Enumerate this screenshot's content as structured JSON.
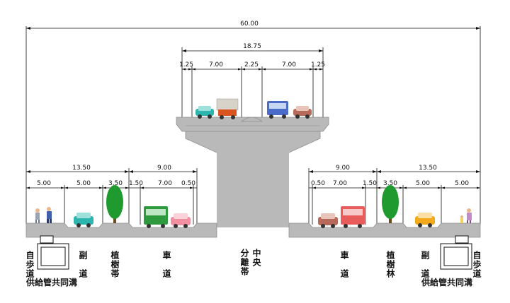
{
  "colors": {
    "structure": "#b9b9b9",
    "structure_edge": "#8e8e8e",
    "dim_line": "#111111",
    "tree": "#1e9a2e",
    "trunk": "#6b4a1f"
  },
  "dims": {
    "total": "60.00",
    "elevated": {
      "total": "18.75",
      "shoulder_left": "1.25",
      "lanes_left": "7.00",
      "median": "2.25",
      "lanes_right": "7.00",
      "shoulder_right": "1.25"
    },
    "left_side": {
      "group": "13.50",
      "sidewalk": "5.00",
      "service_road": "5.00",
      "planting": "3.50",
      "roadway_group": "9.00",
      "road_margin_in": "1.50",
      "road": "7.00",
      "road_margin_out": "0.50"
    },
    "right_side": {
      "roadway_group": "9.00",
      "road_margin_out": "0.50",
      "road": "7.00",
      "road_margin_in": "1.50",
      "group": "13.50",
      "planting": "3.50",
      "service_road": "5.00",
      "sidewalk": "5.00"
    }
  },
  "labels": {
    "sidewalk": "自歩道",
    "service_road": "副道",
    "planting_left": "植樹帯",
    "roadway": "車道",
    "median_a": "中央",
    "median_b": "分離帯",
    "planting_right": "植樹林",
    "utility_conduit": "供給管共同溝"
  },
  "icons": [
    "pedestrian-icon",
    "car-icon",
    "bus-icon",
    "truck-icon",
    "tree-icon",
    "utility-conduit-icon"
  ]
}
